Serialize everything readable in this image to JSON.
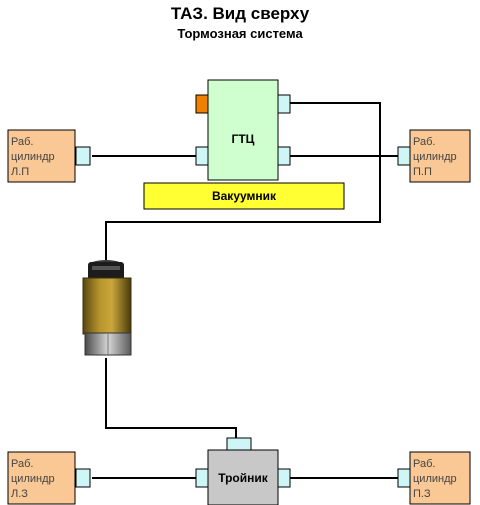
{
  "header": {
    "title": "ТАЗ. Вид сверху",
    "subtitle": "Тормозная система"
  },
  "components": {
    "master_cylinder": "ГТЦ",
    "booster": "Вакуумник",
    "tee": "Тройник"
  },
  "cylinders": {
    "front_left": [
      "Раб.",
      "цилиндр",
      "Л.П"
    ],
    "front_right": [
      "Раб.",
      "цилиндр",
      "П.П"
    ],
    "rear_left": [
      "Раб.",
      "цилиндр",
      "Л.З"
    ],
    "rear_right": [
      "Раб.",
      "цилиндр",
      "П.З"
    ]
  },
  "colors": {
    "master_cylinder_fill": "#cfffcf",
    "booster_fill": "#ffff33",
    "tee_fill": "#c8c8c8",
    "cylinder_fill": "#f9c894",
    "fitting_fill": "#cff6f6",
    "orange_cap": "#f08000"
  }
}
